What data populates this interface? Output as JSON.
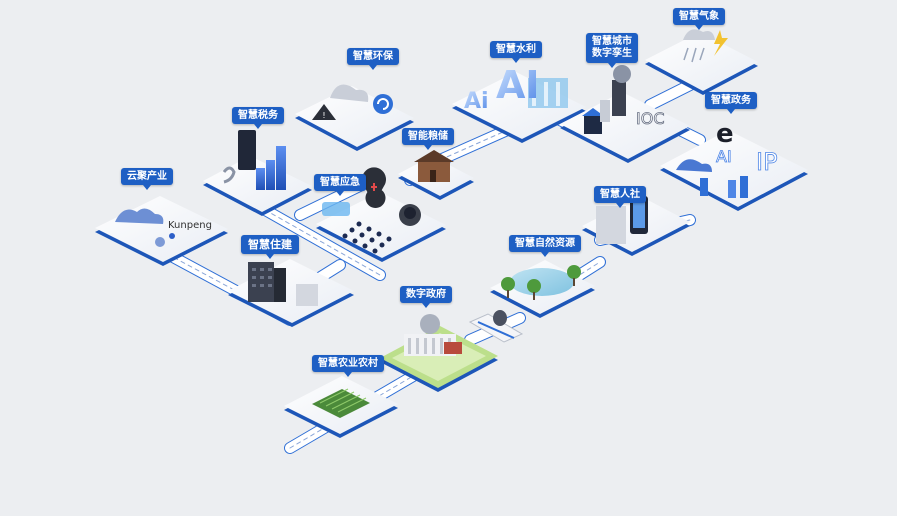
{
  "zones": {
    "yunjuchanye": "云聚产业",
    "shuiwu": "智慧税务",
    "huanbao": "智慧环保",
    "shuili": "智慧水利",
    "chengshi_line1": "智慧城市",
    "chengshi_line2": "数字孪生",
    "qixiang": "智慧气象",
    "zhengwu": "智慧政务",
    "liangchu": "智能粮储",
    "yingji": "智慧应急",
    "zhujian": "智慧住建",
    "renshe": "智慧人社",
    "ziran": "智慧自然资源",
    "shuzizhengfu": "数字政府",
    "nongye": "智慧农业农村"
  },
  "tile_text": {
    "kunpeng": "Kunpeng",
    "ai_small": "Ai",
    "ai_big": "AI",
    "ioc": "IOC",
    "e": "e",
    "ai_gov": "AI",
    "ip": "IP"
  },
  "colors": {
    "label_bg": "#1e5fc4",
    "road": "#2f6fd6",
    "tile_top": "#f7f8fb",
    "tile_edge": "#1d56b8",
    "background": "#eceef1"
  }
}
